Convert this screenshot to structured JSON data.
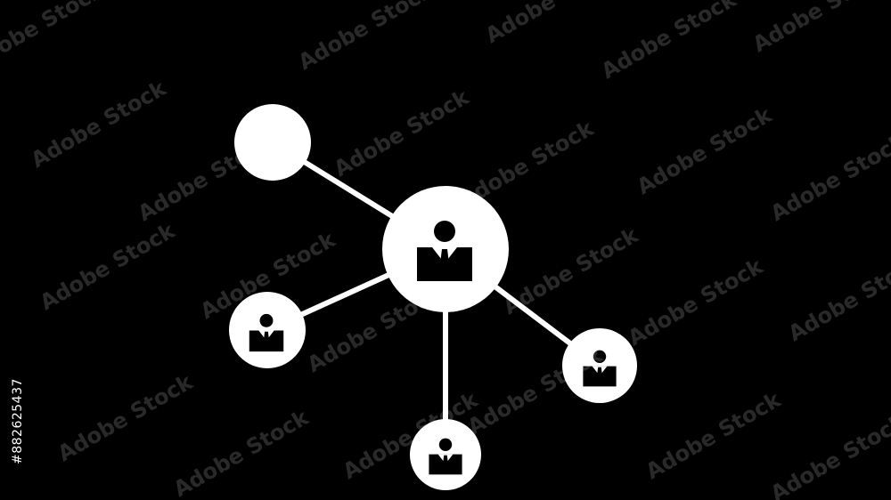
{
  "diagram": {
    "type": "network",
    "background": "#000000",
    "foreground": "#ffffff",
    "node_icon": "person-icon",
    "nodes": [
      {
        "id": "center",
        "icon": "person-icon"
      },
      {
        "id": "top-left",
        "icon": "none"
      },
      {
        "id": "left",
        "icon": "person-icon"
      },
      {
        "id": "bottom",
        "icon": "person-icon"
      },
      {
        "id": "right",
        "icon": "person-icon"
      }
    ],
    "edges": [
      {
        "from": "center",
        "to": "top-left"
      },
      {
        "from": "center",
        "to": "left"
      },
      {
        "from": "center",
        "to": "bottom"
      },
      {
        "from": "center",
        "to": "right"
      }
    ]
  },
  "watermark": {
    "text": "Adobe Stock",
    "id": "#882625437"
  }
}
